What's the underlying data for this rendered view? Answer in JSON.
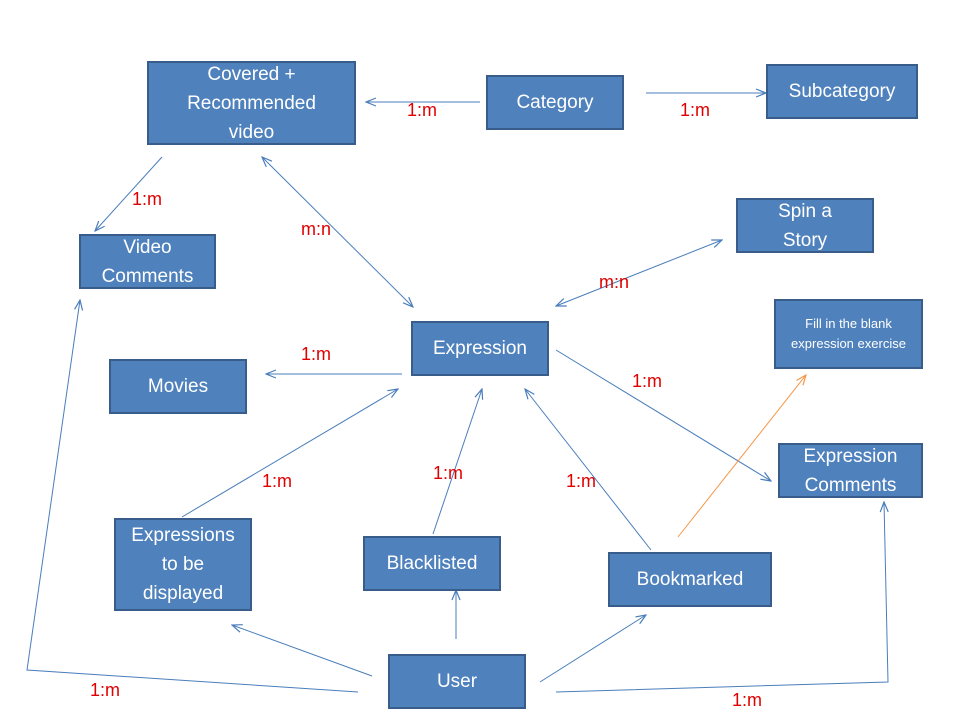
{
  "nodes": {
    "covered": "Covered +\nRecommended\nvideo",
    "category": "Category",
    "subcategory": "Subcategory",
    "video_comments": "Video\nComments",
    "spin_story": "Spin a\nStory",
    "fill_blank": "Fill in the blank\nexpression exercise",
    "expression": "Expression",
    "movies": "Movies",
    "expression_comments": "Expression\nComments",
    "expressions_displayed": "Expressions\nto be\ndisplayed",
    "blacklisted": "Blacklisted",
    "bookmarked": "Bookmarked",
    "user": "User"
  },
  "relations": {
    "category_covered": "1:m",
    "category_subcategory": "1:m",
    "covered_video_comments": "1:m",
    "covered_expression": "m:n",
    "expression_spin": "m:n",
    "expression_movies": "1:m",
    "expression_comments": "1:m",
    "displayed_expression": "1:m",
    "blacklisted_expression": "1:m",
    "bookmarked_expression": "1:m",
    "user_video_comments": "1:m",
    "user_expression_comments": "1:m"
  },
  "colors": {
    "box_fill": "#4f81bd",
    "box_border": "#385d8a",
    "arrow": "#4a7ebb",
    "orange_arrow": "#f79646",
    "label": "#e00000"
  }
}
